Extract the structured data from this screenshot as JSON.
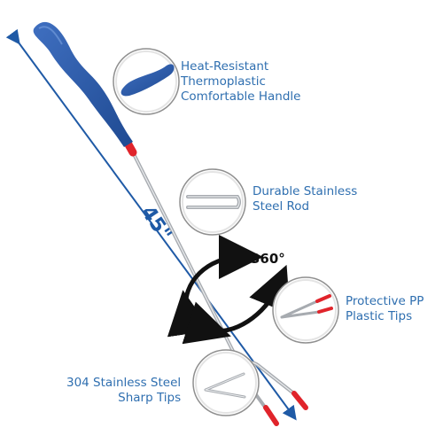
{
  "labels": {
    "handle": [
      "Heat-Resistant",
      "Thermoplastic",
      "Comfortable Handle"
    ],
    "rod": [
      "Durable Stainless",
      "Steel Rod"
    ],
    "pp_tips": [
      "Protective PP",
      "Plastic Tips"
    ],
    "sharp_tips": [
      "304 Stainless Steel",
      "Sharp Tips"
    ]
  },
  "rotation_label": "360°",
  "length_label": "45\"",
  "colors": {
    "label_text": "#2f6fb0",
    "handle_blue": "#2d5ba8",
    "cap_red": "#e0242b",
    "steel": "#b9bcc0",
    "arrow_black": "#111111",
    "measure_line": "#1f5aa6"
  }
}
